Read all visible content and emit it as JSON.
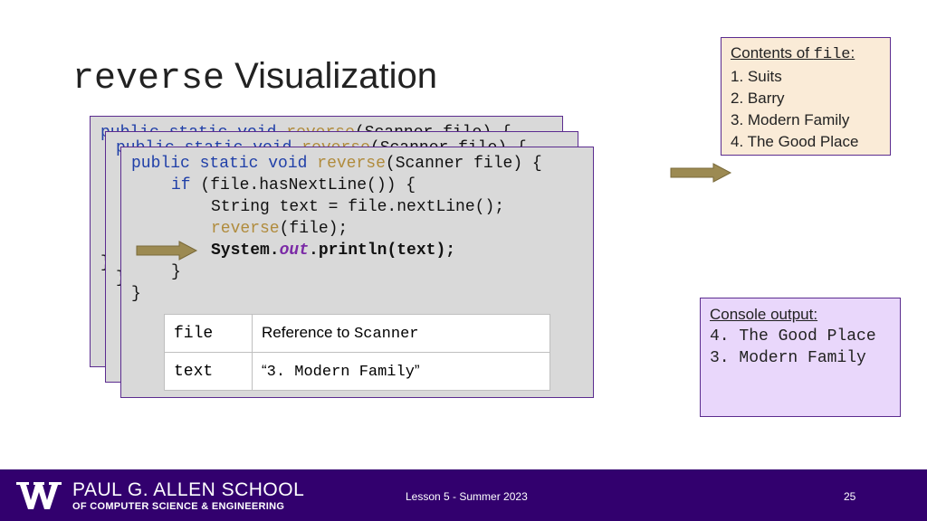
{
  "title": {
    "code_word": "reverse",
    "text": " Visualization"
  },
  "code": {
    "kw_public": "public",
    "kw_static": "static",
    "kw_void": "void",
    "method_reverse": "reverse",
    "params": "(Scanner file) {",
    "kw_if": "if",
    "if_cond": " (file.hasNextLine()) {",
    "line_string": "String text = file.nextLine();",
    "reverse_args": "(file);",
    "sysout_prefix": "System.",
    "sysout_field": "out",
    "sysout_suffix": ".println(text);",
    "close_brace": "}"
  },
  "variables": [
    {
      "name": "file",
      "value_prefix": "Reference to ",
      "value_mono": "Scanner"
    },
    {
      "name": "text",
      "value_prefix": "“",
      "value_mono": "3. Modern Family",
      "value_suffix": "”"
    }
  ],
  "contents": {
    "head_prefix": "Contents of ",
    "head_mono": "file",
    "head_suffix": ":",
    "items": [
      "1. Suits",
      "2. Barry",
      "3. Modern Family",
      "4. The Good Place"
    ]
  },
  "console": {
    "head": "Console output:",
    "lines": [
      "4. The Good Place",
      "3. Modern Family"
    ]
  },
  "footer": {
    "school_name": "PAUL G. ALLEN SCHOOL",
    "school_sub": "OF COMPUTER SCIENCE & ENGINEERING",
    "lesson": "Lesson 5 - Summer 2023",
    "page": "25"
  },
  "colors": {
    "frame_border": "#5b2c8f",
    "frame_bg": "#d9d9d9",
    "arrow_fill": "#9c8a52",
    "contents_bg": "#faebd7",
    "console_bg": "#e9d7fb",
    "footer_bg": "#32006e"
  }
}
